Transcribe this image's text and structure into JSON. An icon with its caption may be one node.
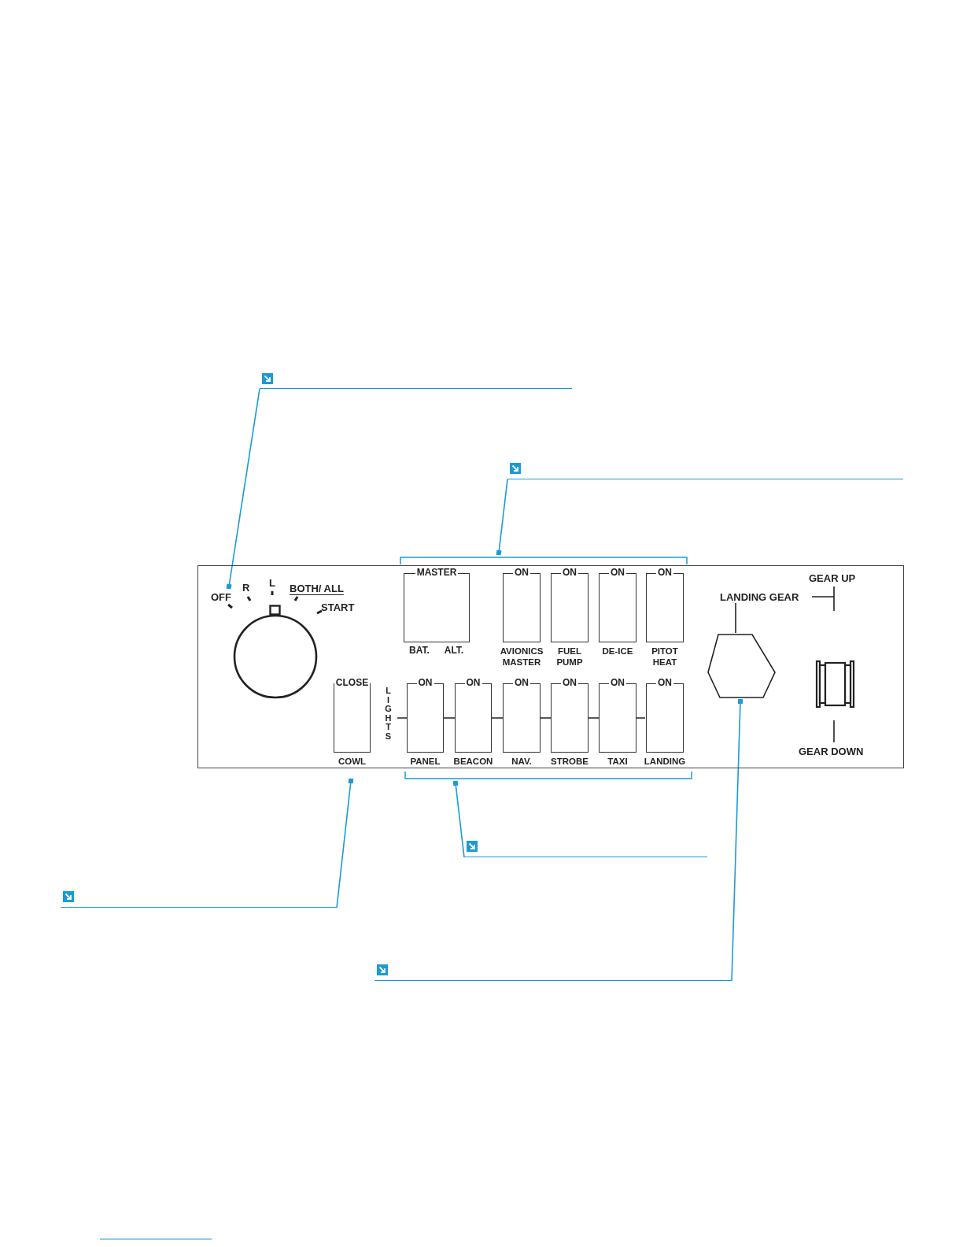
{
  "diagram": {
    "nodes": [
      {
        "text": [],
        "shape": "box"
      },
      {
        "text": [],
        "shape": "circle",
        "in": 0
      },
      {
        "text": [
          "MASTER",
          "BAT.",
          "ALT."
        ],
        "in": 0
      },
      {
        "text": [
          "ON",
          "AVIONICS MASTER"
        ],
        "in": 0
      },
      {
        "text": [
          "ON",
          "FUEL PUMP"
        ],
        "in": 0
      },
      {
        "text": [
          "ON",
          "DE-ICE"
        ],
        "in": 0
      },
      {
        "text": [
          "ON",
          "PITOT HEAT"
        ],
        "in": 0
      },
      {
        "text": [
          "CLOSE",
          "COWL"
        ],
        "in": 0
      },
      {
        "text": [
          "ON",
          "PANEL"
        ],
        "in": 0
      },
      {
        "text": [
          "ON",
          "BEACON"
        ],
        "in": 0
      },
      {
        "text": [
          "ON",
          "NAV."
        ],
        "in": 0
      },
      {
        "text": [
          "ON",
          "STROBE"
        ],
        "in": 0
      },
      {
        "text": [
          "ON",
          "TAXI"
        ],
        "in": 0
      },
      {
        "text": [
          "ON",
          "LANDING"
        ],
        "in": 0
      },
      {
        "text": [],
        "shape": "hexagon",
        "in": 0
      },
      {
        "text": [
          "LANDING GEAR"
        ],
        "in": 0
      },
      {
        "text": [],
        "shape": "switch",
        "in": 0
      },
      {
        "text": [],
        "shape": "icon"
      },
      {
        "text": [],
        "shape": "icon"
      },
      {
        "text": [],
        "shape": "icon"
      },
      {
        "text": [],
        "shape": "icon"
      },
      {
        "text": [],
        "shape": "icon"
      },
      {
        "text": [],
        "shape": "bracket"
      },
      {
        "text": [],
        "shape": "bracket"
      }
    ],
    "edges": [
      {
        "from": 17,
        "to": 1,
        "arrow": "other"
      },
      {
        "from": 18,
        "to": 22,
        "arrow": "other"
      },
      {
        "from": 19,
        "to": 23,
        "arrow": "other"
      },
      {
        "from": 20,
        "to": 7,
        "arrow": "other"
      },
      {
        "from": 21,
        "to": 14,
        "arrow": "other"
      },
      {
        "from": 15,
        "to": 14,
        "arrow": "none",
        "color": "#222222"
      }
    ],
    "labels": [
      "OFF",
      "R",
      "L",
      "BOTH/ ALL",
      "START",
      "LIGHTS",
      "GEAR UP",
      "GEAR DOWN"
    ]
  }
}
